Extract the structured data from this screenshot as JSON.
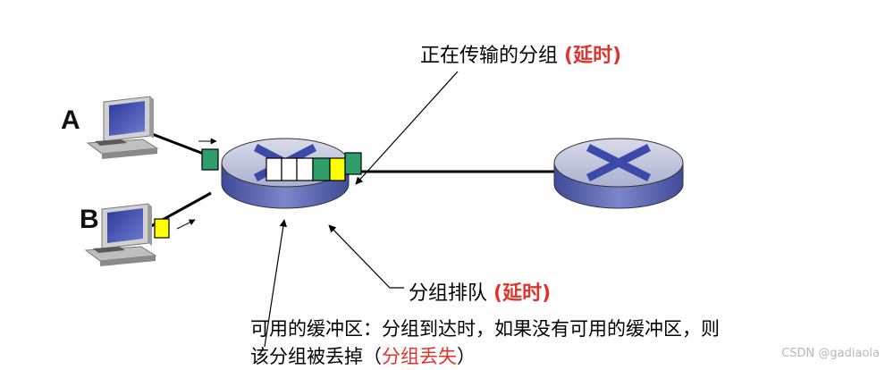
{
  "labels": {
    "transmitting_text": "正在传输的分组",
    "transmitting_delay": "(延时)",
    "queue_text": "分组排队",
    "queue_delay": "(延时)",
    "buffer_line1": "可用的缓冲区：分组到达时，如果没有可用的缓冲区，则",
    "buffer_line2_prefix": "该分组被丢掉（",
    "buffer_line2_red": "分组丢失",
    "buffer_line2_suffix": "）"
  },
  "hosts": [
    {
      "id": "host-a",
      "label": "A"
    },
    {
      "id": "host-b",
      "label": "B"
    }
  ],
  "colors": {
    "router_top": "#b9bfd6",
    "router_side": "#5f6bb5",
    "router_x": "#3b4aa8",
    "packet_green": "#2f9e6a",
    "packet_yellow": "#ffff00",
    "delay_red": "#e0332c"
  },
  "watermark": "CSDN @gadiaola"
}
